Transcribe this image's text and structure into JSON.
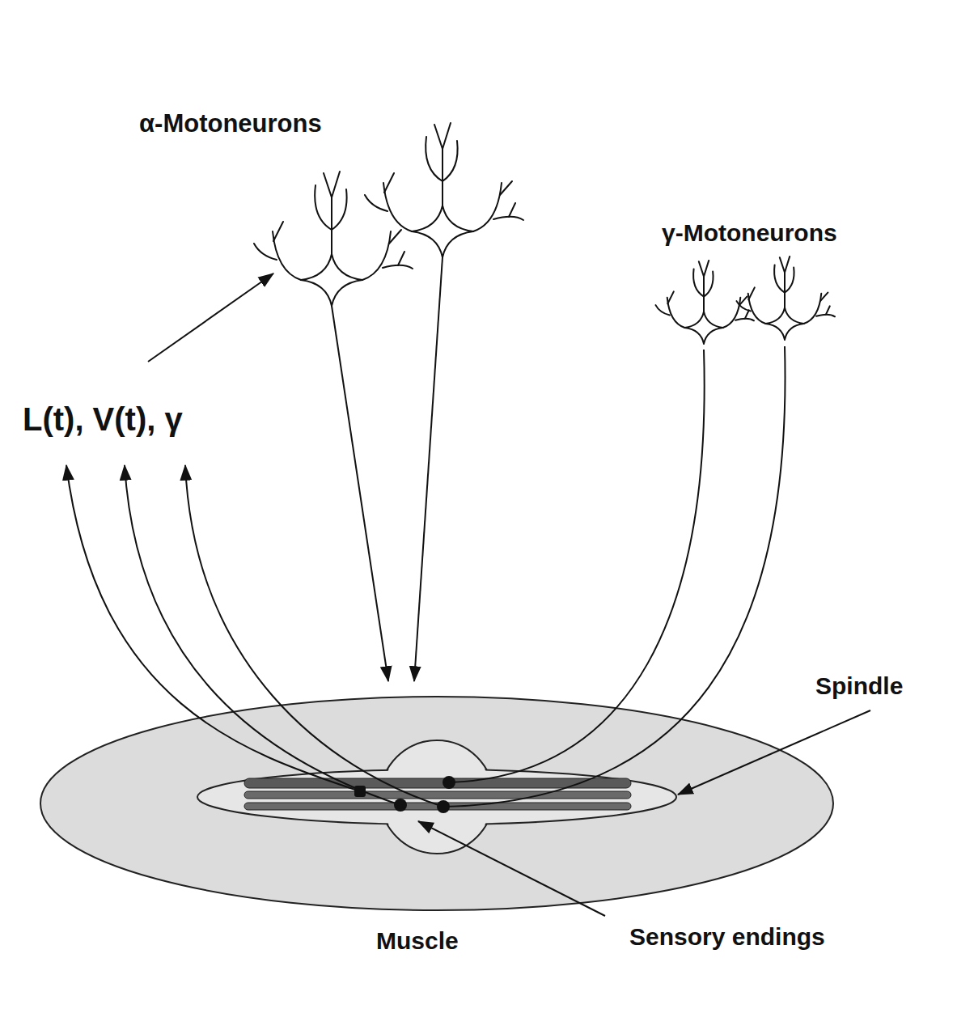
{
  "diagram": {
    "labels": [
      "α-Motoneurons",
      "γ-Motoneurons",
      "L(t), V(t), γ",
      "Spindle",
      "Sensory endings",
      "Muscle"
    ]
  }
}
